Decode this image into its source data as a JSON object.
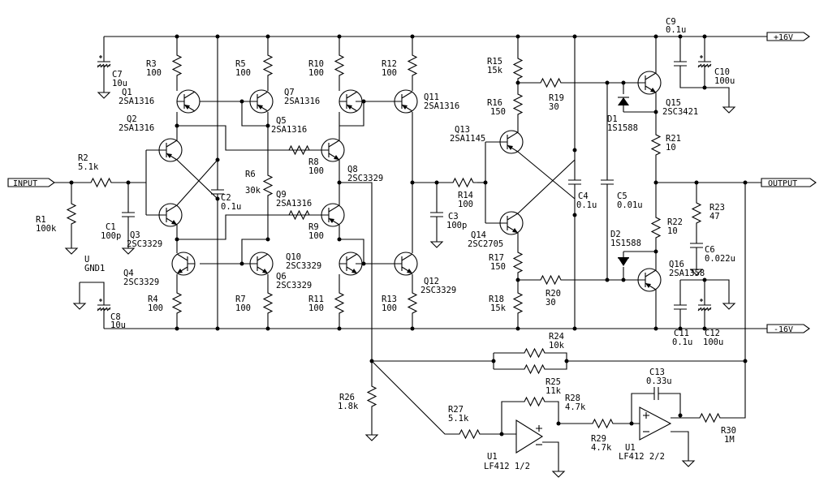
{
  "ports": {
    "input": "INPUT",
    "output": "OUTPUT",
    "vpos": "+16V",
    "vneg": "-16V"
  },
  "labels": {
    "R1": "R1",
    "R1_v": "100k",
    "R2": "R2",
    "R2_v": "5.1k",
    "C1": "C1",
    "C1_v": "100p",
    "C7": "C7",
    "C7_v": "10u",
    "C8": "C8",
    "C8_v": "10u",
    "U_name": "U",
    "U_v": "GND1",
    "R3": "R3",
    "R3_v": "100",
    "Q1": "Q1",
    "Q1_v": "2SA1316",
    "Q2": "Q2",
    "Q2_v": "2SA1316",
    "Q3": "Q3",
    "Q3_v": "2SC3329",
    "Q4": "Q4",
    "Q4_v": "2SC3329",
    "R4": "R4",
    "R4_v": "100",
    "C2": "C2",
    "C2_v": "0.1u",
    "R5": "R5",
    "R5_v": "100",
    "Q5": "Q5",
    "Q5_v": "2SA1316",
    "R6": "R6",
    "R6_v": "30k",
    "Q6": "Q6",
    "Q6_v": "2SC3329",
    "R7": "R7",
    "R7_v": "100",
    "R10": "R10",
    "R10_v": "100",
    "Q7": "Q7",
    "Q7_v": "2SA1316",
    "R8": "R8",
    "R8_v": "100",
    "Q8": "Q8",
    "Q8_v": "2SC3329",
    "Q9": "Q9",
    "Q9_v": "2SA1316",
    "R9": "R9",
    "R9_v": "100",
    "Q10": "Q10",
    "Q10_v": "2SC3329",
    "R11": "R11",
    "R11_v": "100",
    "R12": "R12",
    "R12_v": "100",
    "Q11": "Q11",
    "Q11_v": "2SA1316",
    "Q12": "Q12",
    "Q12_v": "2SC3329",
    "R13": "R13",
    "R13_v": "100",
    "R14": "R14",
    "R14_v": "100",
    "C3": "C3",
    "C3_v": "100p",
    "R15": "R15",
    "R15_v": "15k",
    "R16": "R16",
    "R16_v": "150",
    "R19": "R19",
    "R19_v": "30",
    "Q13": "Q13",
    "Q13_v": "2SA1145",
    "Q14": "Q14",
    "Q14_v": "2SC2705",
    "C4": "C4",
    "C4_v": "0.1u",
    "C5": "C5",
    "C5_v": "0.01u",
    "R17": "R17",
    "R17_v": "150",
    "R18": "R18",
    "R18_v": "15k",
    "R20": "R20",
    "R20_v": "30",
    "D1": "D1",
    "D1_v": "1S1588",
    "D2": "D2",
    "D2_v": "1S1588",
    "Q15": "Q15",
    "Q15_v": "2SC3421",
    "Q16": "Q16",
    "Q16_v": "2SA1358",
    "R21": "R21",
    "R21_v": "10",
    "R22": "R22",
    "R22_v": "10",
    "R23": "R23",
    "R23_v": "47",
    "C6": "C6",
    "C6_v": "0.022u",
    "C9": "C9",
    "C9_v": "0.1u",
    "C10": "C10",
    "C10_v": "100u",
    "C11": "C11",
    "C11_v": "0.1u",
    "C12": "C12",
    "C12_v": "100u",
    "R24": "R24",
    "R24_v": "10k",
    "R25": "R25",
    "R25_v": "11k",
    "R26": "R26",
    "R26_v": "1.8k",
    "R27": "R27",
    "R27_v": "5.1k",
    "R28": "R28",
    "R28_v": "4.7k",
    "R29": "R29",
    "R29_v": "4.7k",
    "R30": "R30",
    "R30_v": "1M",
    "C13": "C13",
    "C13_v": "0.33u",
    "U1a": "U1",
    "U1a_v": "LF412 1/2",
    "U1b": "U1",
    "U1b_v": "LF412 2/2"
  }
}
